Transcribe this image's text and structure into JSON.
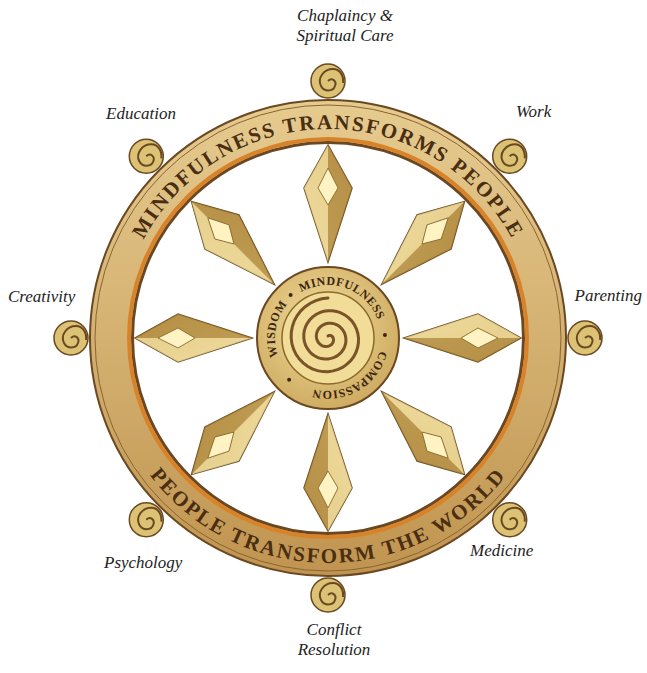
{
  "diagram": {
    "nodes": [
      {
        "text": [
          "MINDFULNESS TRANSFORMS PEOPLE",
          "PEOPLE TRANSFORM THE WORLD"
        ]
      },
      {
        "text": [
          "MINDFULNESS",
          "COMPASSION",
          "WISDOM"
        ],
        "in": 0
      }
    ],
    "labels": [
      "Chaplaincy & Spiritual Care",
      "Work",
      "Parenting",
      "Medicine",
      "Conflict Resolution",
      "Psychology",
      "Creativity",
      "Education"
    ]
  }
}
